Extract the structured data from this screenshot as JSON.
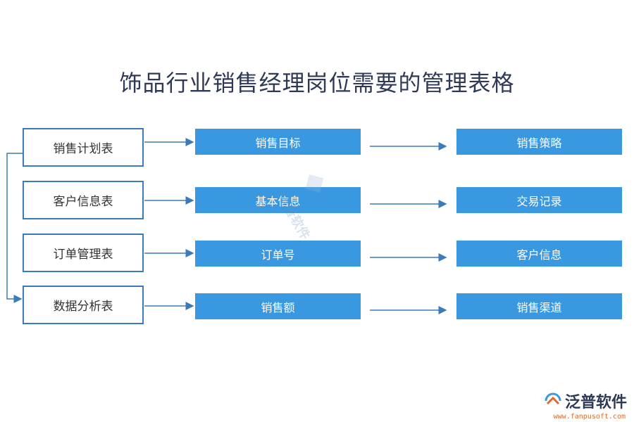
{
  "title": "饰品行业销售经理岗位需要的管理表格",
  "rows": [
    {
      "left": "销售计划表",
      "mid": "销售目标",
      "right": "销售策略"
    },
    {
      "left": "客户信息表",
      "mid": "基本信息",
      "right": "交易记录"
    },
    {
      "left": "订单管理表",
      "mid": "订单号",
      "right": "客户信息"
    },
    {
      "left": "数据分析表",
      "mid": "销售额",
      "right": "销售渠道"
    }
  ],
  "watermark": {
    "text": "泛普软件"
  },
  "logo": {
    "text": "泛普软件",
    "url": "www.fanpusoft.com"
  },
  "colors": {
    "title": "#2e3a55",
    "box_border": "#3a7bb8",
    "box_fill": "#3a98e0",
    "arrow": "#3a7bb8",
    "logo_url": "#e06a2a"
  }
}
